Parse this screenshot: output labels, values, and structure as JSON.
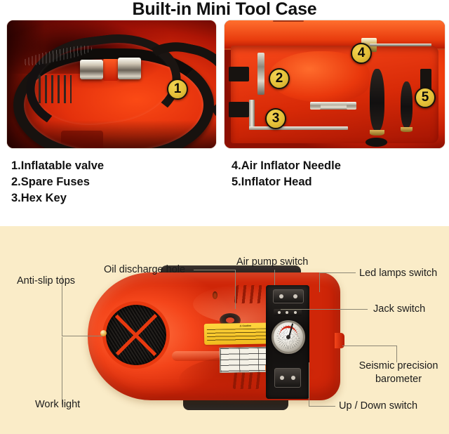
{
  "page": {
    "title": "Built-in Mini Tool Case",
    "background_color": "#ffffff",
    "diagram_background_color": "#faecc8",
    "badge_color": "#e4c037",
    "device_color": "#ef4117"
  },
  "tool_case": {
    "photos": [
      {
        "name": "inflatable-valve-photo",
        "badges": [
          {
            "number": "1"
          }
        ]
      },
      {
        "name": "tool-tray-photo",
        "badges": [
          {
            "number": "2"
          },
          {
            "number": "3"
          },
          {
            "number": "4"
          },
          {
            "number": "5"
          }
        ]
      }
    ],
    "captions_left": [
      "1.Inflatable valve",
      "2.Spare Fuses",
      "3.Hex Key"
    ],
    "captions_right": [
      "4.Air Inflator Needle",
      "5.Inflator Head"
    ]
  },
  "diagram": {
    "labels": [
      {
        "id": "anti-slip-tops",
        "text": "Anti-slip tops"
      },
      {
        "id": "oil-discharge-hole",
        "text": "Oil discharge hole"
      },
      {
        "id": "air-pump-switch",
        "text": "Air pump switch"
      },
      {
        "id": "led-lamps-switch",
        "text": "Led lamps switch"
      },
      {
        "id": "jack-switch",
        "text": "Jack switch"
      },
      {
        "id": "seismic-precision-barometer",
        "text": "Seismic precision barometer"
      },
      {
        "id": "up-down-switch",
        "text": "Up / Down switch"
      },
      {
        "id": "work-light",
        "text": "Work light"
      }
    ]
  }
}
